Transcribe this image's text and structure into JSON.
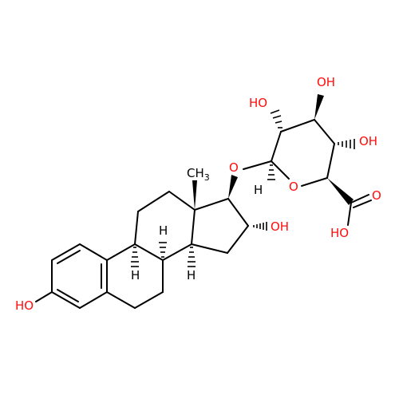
{
  "labels": {
    "ho_phenol": "HO",
    "ho_sugar_top_left": "HO",
    "oh_sugar_top_right": "OH",
    "oh_sugar_right": "OH",
    "oh_c16": "OH",
    "o_glycosidic": "O",
    "o_ring": "O",
    "o_carbonyl": "O",
    "ho_carboxyl": "HO",
    "methyl_c": "CH",
    "methyl_sub": "3",
    "h_anomeric": "H",
    "h_c8": "H",
    "h_c9": "H",
    "h_c14": "H"
  },
  "colors": {
    "bond": "#000000",
    "oxygen": "#ff0d0d",
    "carbon_label": "#000000"
  }
}
